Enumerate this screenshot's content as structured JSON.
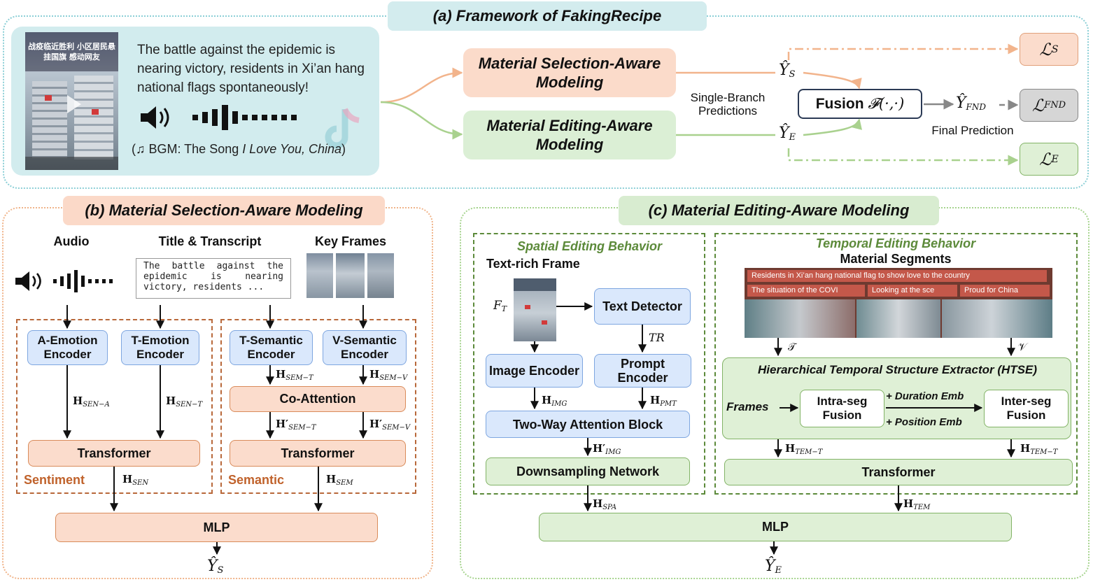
{
  "panel_a": {
    "title": "(a) Framework of FakingRecipe",
    "example_title": "The battle against the epidemic is nearing victory, residents in Xi’an hang national flags spontaneously!",
    "bgm_note": "(♫ BGM: The Song ",
    "bgm_song": "I Love You, China",
    "bgm_close": ")",
    "thumbnail_caption_top": "战疫临近胜利 小区居民悬挂国旗 感动网友",
    "msam": "Material Selection-Aware Modeling",
    "meam": "Material Editing-Aware Modeling",
    "single_branch": "Single-Branch Predictions",
    "fusion": "Fusion",
    "final_prediction": "Final Prediction",
    "y_s": "Ŷ",
    "y_e": "Ŷ",
    "y_fnd": "Ŷ",
    "sub_s": "S",
    "sub_e": "E",
    "sub_fnd": "FND",
    "loss_s": "ℒ",
    "loss_fnd": "ℒ",
    "loss_e": "ℒ",
    "fusion_fn": "𝓕(·,·)"
  },
  "panel_b": {
    "title": "(b) Material Selection-Aware Modeling",
    "audio": "Audio",
    "title_transcript": "Title & Transcript",
    "key_frames": "Key Frames",
    "transcript_text": "The battle against the epidemic is nearing victory, residents ...",
    "a_emotion": "A-Emotion Encoder",
    "t_emotion": "T-Emotion Encoder",
    "t_semantic": "T-Semantic Encoder",
    "v_semantic": "V-Semantic Encoder",
    "co_attention": "Co-Attention",
    "transformer": "Transformer",
    "sentiment": "Sentiment",
    "semantic": "Semantic",
    "mlp": "MLP",
    "h_sen_a": "SEN−A",
    "h_sen_t": "SEN−T",
    "h_sem_t": "SEM−T",
    "h_sem_v": "SEM−V",
    "h_sen": "SEN",
    "h_sem": "SEM",
    "bold_h": "H",
    "bold_h_prime": "H′"
  },
  "panel_c": {
    "title": "(c) Material Editing-Aware Modeling",
    "spatial": "Spatial Editing Behavior",
    "temporal": "Temporal Editing Behavior",
    "text_rich": "Text-rich Frame",
    "material_segments": "Material Segments",
    "f_t": "F",
    "f_t_sub": "T",
    "text_detector": "Text Detector",
    "tr": "TR",
    "image_encoder": "Image Encoder",
    "prompt_encoder": "Prompt Encoder",
    "two_way": "Two-Way Attention Block",
    "downsampling": "Downsampling Network",
    "htse": "Hierarchical Temporal Structure Extractor (HTSE)",
    "frames": "Frames",
    "intra": "Intra-seg Fusion",
    "inter": "Inter-seg Fusion",
    "duration": "+ Duration Emb",
    "position": "+ Position Emb",
    "transformer": "Transformer",
    "mlp": "MLP",
    "t_sym": "𝒯",
    "v_sym": "𝒱",
    "h_img": "IMG",
    "h_pmt": "PMT",
    "h_img2": "IMG",
    "h_spa": "SPA",
    "h_tem_t1": "TEM−T",
    "h_tem_t2": "TEM−T",
    "h_tem": "TEM",
    "seg_caption_1": "Residents in Xi’an hang national flag to show love to the country",
    "seg_caption_2": "The situation of the COVI",
    "seg_caption_3": "Looking at the sce",
    "seg_caption_4": "Proud for China"
  },
  "colors": {
    "orange_fill": "#fbdccc",
    "green_fill": "#dff0d6",
    "blue_fill": "#dae8fc",
    "teal_fill": "#d2ecee",
    "orange_arrow": "#f2b48c",
    "green_arrow": "#a9d18e"
  }
}
